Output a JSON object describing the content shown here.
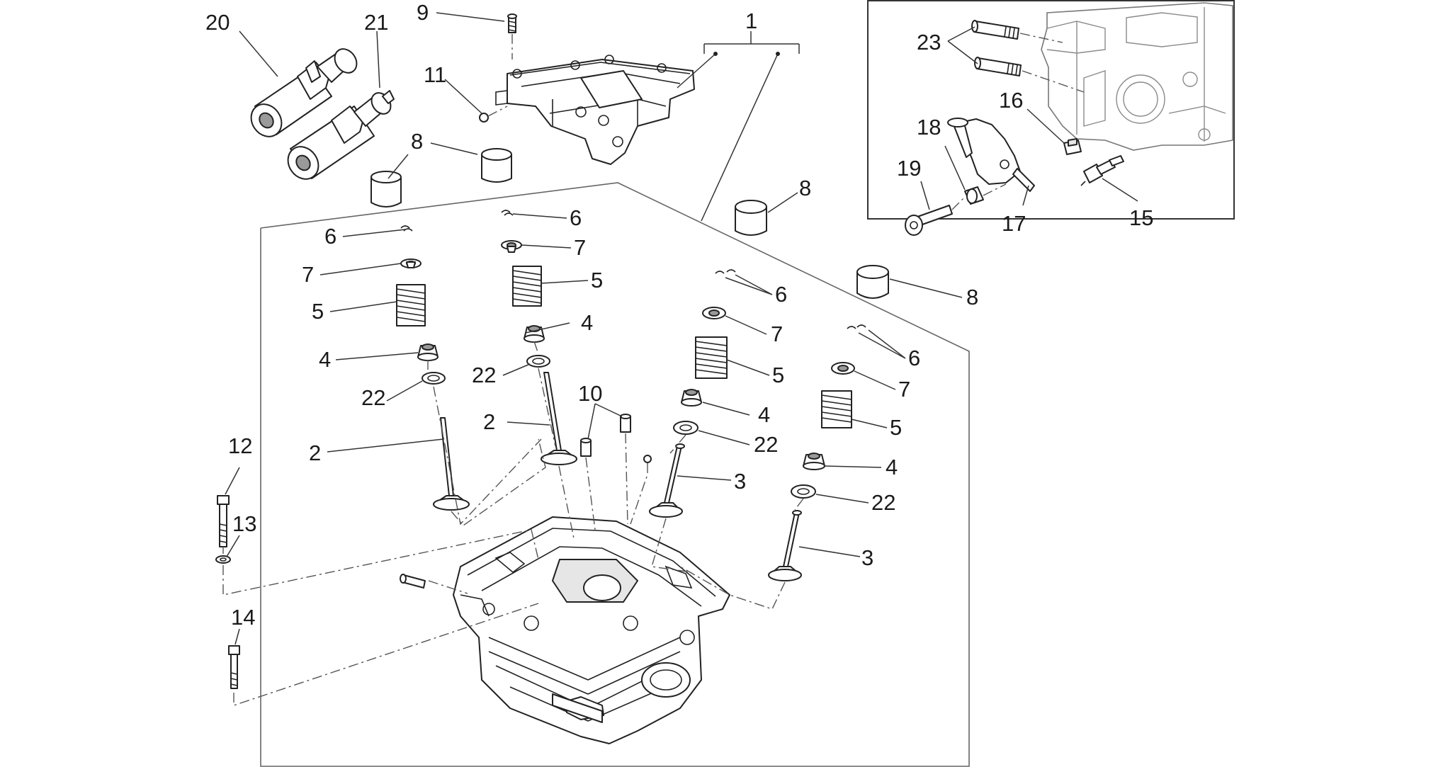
{
  "diagram": {
    "callouts": [
      {
        "id": "c-20",
        "text": "20"
      },
      {
        "id": "c-21",
        "text": "21"
      },
      {
        "id": "c-9",
        "text": "9"
      },
      {
        "id": "c-1",
        "text": "1"
      },
      {
        "id": "c-11",
        "text": "11"
      },
      {
        "id": "c-8a",
        "text": "8"
      },
      {
        "id": "c-8b",
        "text": "8"
      },
      {
        "id": "c-8c",
        "text": "8"
      },
      {
        "id": "c-6a",
        "text": "6"
      },
      {
        "id": "c-6b",
        "text": "6"
      },
      {
        "id": "c-6c",
        "text": "6"
      },
      {
        "id": "c-6d",
        "text": "6"
      },
      {
        "id": "c-7a",
        "text": "7"
      },
      {
        "id": "c-7b",
        "text": "7"
      },
      {
        "id": "c-7c",
        "text": "7"
      },
      {
        "id": "c-7d",
        "text": "7"
      },
      {
        "id": "c-5a",
        "text": "5"
      },
      {
        "id": "c-5b",
        "text": "5"
      },
      {
        "id": "c-5c",
        "text": "5"
      },
      {
        "id": "c-5d",
        "text": "5"
      },
      {
        "id": "c-4a",
        "text": "4"
      },
      {
        "id": "c-4b",
        "text": "4"
      },
      {
        "id": "c-4c",
        "text": "4"
      },
      {
        "id": "c-4d",
        "text": "4"
      },
      {
        "id": "c-22a",
        "text": "22"
      },
      {
        "id": "c-22b",
        "text": "22"
      },
      {
        "id": "c-22c",
        "text": "22"
      },
      {
        "id": "c-22d",
        "text": "22"
      },
      {
        "id": "c-2a",
        "text": "2"
      },
      {
        "id": "c-2b",
        "text": "2"
      },
      {
        "id": "c-3a",
        "text": "3"
      },
      {
        "id": "c-3b",
        "text": "3"
      },
      {
        "id": "c-10",
        "text": "10"
      },
      {
        "id": "c-12",
        "text": "12"
      },
      {
        "id": "c-13",
        "text": "13"
      },
      {
        "id": "c-14",
        "text": "14"
      },
      {
        "id": "c-23",
        "text": "23"
      },
      {
        "id": "c-16",
        "text": "16"
      },
      {
        "id": "c-18",
        "text": "18"
      },
      {
        "id": "c-19",
        "text": "19"
      },
      {
        "id": "c-17",
        "text": "17"
      },
      {
        "id": "c-15",
        "text": "15"
      }
    ]
  }
}
